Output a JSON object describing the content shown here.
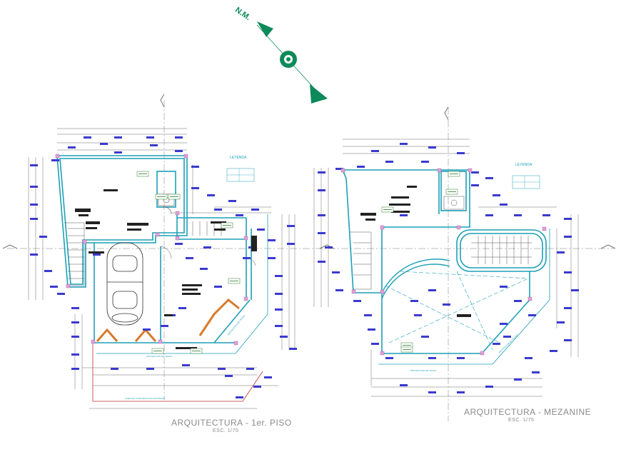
{
  "north": {
    "label": "N.M."
  },
  "plans": [
    {
      "id": "first-floor",
      "title": "ARQUITECTURA - 1er. PISO",
      "scale": "ESC. 1/75",
      "legend_title": "LEYENDA",
      "edge_label_bottom": "PROYECCION DE TECHO",
      "edge_label_lower": "LINEA DE CONSTRUCCION EXISTENTE",
      "edge_label_diag": "PROYECCION DE TECHO"
    },
    {
      "id": "mezzanine",
      "title": "ARQUITECTURA - MEZANINE",
      "scale": "ESC. 1/75",
      "legend_title": "LEYENDA",
      "edge_label_bottom": "PROYECCION DE TECHO",
      "edge_label_diag": "PROYECCION DE TECHO"
    }
  ],
  "colors": {
    "walls": "#1d9fb7",
    "dims": "#6b6b6b",
    "tags": "#3a3acf",
    "north": "#0d8a5a",
    "hatch": "#d77a2a",
    "text_blocks": "#222222"
  }
}
